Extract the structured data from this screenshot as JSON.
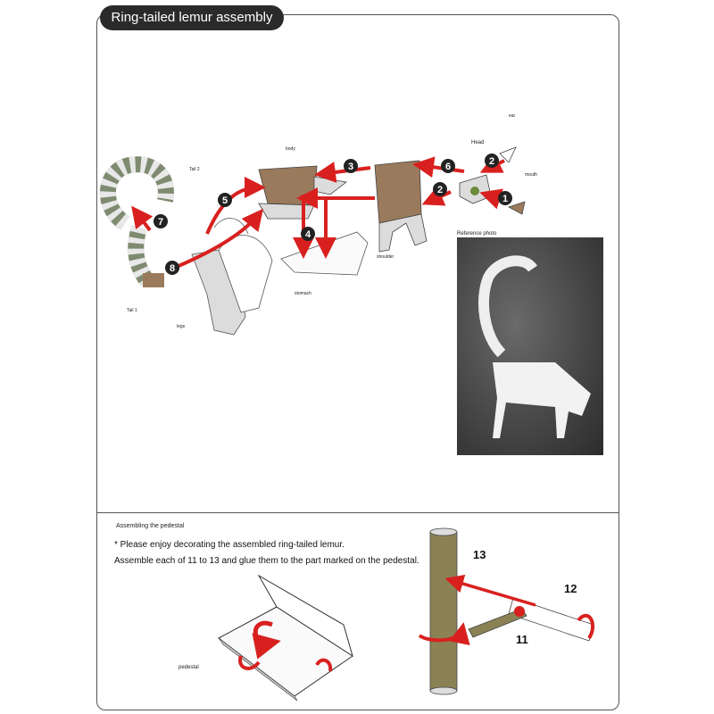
{
  "title": "Ring-tailed lemur assembly",
  "labels": {
    "ear": "ear",
    "head": "Head",
    "mouth": "mouth",
    "body": "body",
    "tail2": "Tail 2",
    "tail1": "Tail 1",
    "legs": "legs",
    "stomach": "stomach",
    "shoulder": "shoulder",
    "reference_photo": "Reference photo",
    "pedestal": "pedestal"
  },
  "steps": [
    "1",
    "2",
    "2",
    "3",
    "4",
    "5",
    "6",
    "7",
    "8"
  ],
  "pedestal_section": {
    "title": "Assembling the pedestal",
    "note_line1": "* Please enjoy decorating the assembled ring-tailed lemur.",
    "note_line2": "Assemble each of 11 to 13 and glue them to the part marked on the pedestal.",
    "parts": [
      "13",
      "12",
      "11"
    ]
  },
  "colors": {
    "arrow": "#d8211f",
    "body_brown": "#9a7a5c",
    "tail_green": "#7f8b70",
    "pole": "#8a8255"
  }
}
